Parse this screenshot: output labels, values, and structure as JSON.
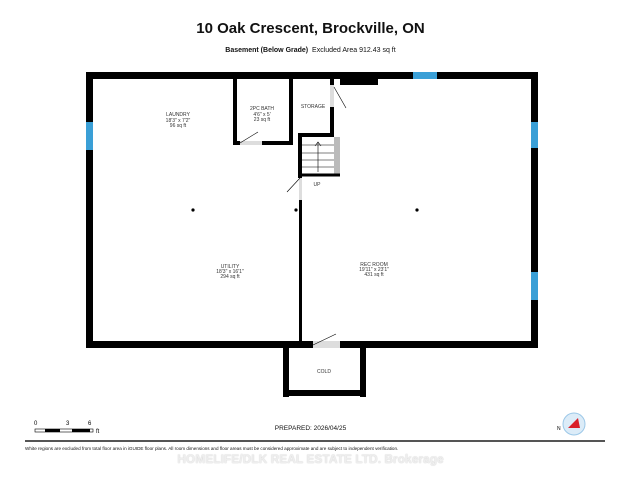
{
  "header": {
    "title": "10 Oak Crescent, Brockville, ON",
    "level": "Basement (Below Grade)",
    "excluded_area": "Excluded Area 912.43 sq ft"
  },
  "rooms": [
    {
      "name": "LAUNDRY",
      "dims": "18'3\" x 7'2\"",
      "area": "96 sq ft"
    },
    {
      "name": "2PC BATH",
      "dims": "4'6\" x 5'",
      "area": "23 sq ft"
    },
    {
      "name": "STORAGE"
    },
    {
      "name": "UP"
    },
    {
      "name": "UTILITY",
      "dims": "18'3\" x 16'1\"",
      "area": "294 sq ft"
    },
    {
      "name": "REC ROOM",
      "dims": "19'11\" x 23'1\"",
      "area": "431 sq ft"
    },
    {
      "name": "COLD"
    }
  ],
  "scale": {
    "ticks": [
      "0",
      "3",
      "6"
    ],
    "unit": "ft"
  },
  "footer": {
    "prepared": "PREPARED: 2026/04/25",
    "disclaimer": "White regions are excluded from total floor area in iGUIDE floor plans. All room dimensions and floor areas must be considered approximate and are subject to independent verification.",
    "brokerage": "HOMELIFE/DLK REAL ESTATE LTD. Brokerage"
  },
  "colors": {
    "wall": "#000000",
    "window": "#3a9fd6",
    "door_fill": "#dddddd",
    "compass": "#d9202a"
  }
}
